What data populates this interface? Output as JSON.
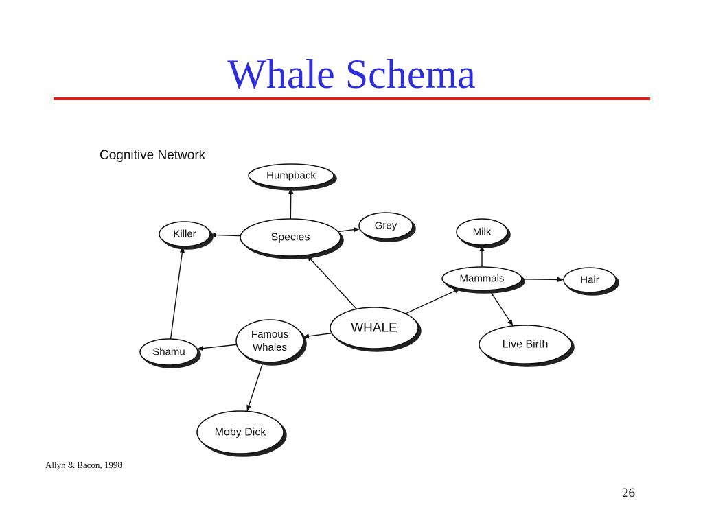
{
  "slide": {
    "title": "Whale Schema",
    "subtitle": "Cognitive Network",
    "credit": "Allyn & Bacon, 1998",
    "page_number": "26",
    "title_color": "#2e2ed8",
    "rule_color": "#e01b1b"
  },
  "diagram": {
    "nodes": [
      {
        "id": "humpback",
        "lines": [
          "Humpback"
        ]
      },
      {
        "id": "species",
        "lines": [
          "Species"
        ]
      },
      {
        "id": "killer",
        "lines": [
          "Killer"
        ]
      },
      {
        "id": "grey",
        "lines": [
          "Grey"
        ]
      },
      {
        "id": "milk",
        "lines": [
          "Milk"
        ]
      },
      {
        "id": "mammals",
        "lines": [
          "Mammals"
        ]
      },
      {
        "id": "hair",
        "lines": [
          "Hair"
        ]
      },
      {
        "id": "whale",
        "lines": [
          "WHALE"
        ]
      },
      {
        "id": "famous-whales",
        "lines": [
          "Famous",
          "Whales"
        ]
      },
      {
        "id": "shamu",
        "lines": [
          "Shamu"
        ]
      },
      {
        "id": "live-birth",
        "lines": [
          "Live Birth"
        ]
      },
      {
        "id": "moby-dick",
        "lines": [
          "Moby Dick"
        ]
      }
    ],
    "edges": [
      {
        "from": "species",
        "to": "humpback"
      },
      {
        "from": "species",
        "to": "killer"
      },
      {
        "from": "species",
        "to": "grey"
      },
      {
        "from": "whale",
        "to": "species"
      },
      {
        "from": "whale",
        "to": "mammals"
      },
      {
        "from": "whale",
        "to": "famous-whales"
      },
      {
        "from": "mammals",
        "to": "milk"
      },
      {
        "from": "mammals",
        "to": "hair"
      },
      {
        "from": "mammals",
        "to": "live-birth"
      },
      {
        "from": "famous-whales",
        "to": "shamu"
      },
      {
        "from": "famous-whales",
        "to": "moby-dick"
      },
      {
        "from": "shamu",
        "to": "killer"
      }
    ]
  }
}
